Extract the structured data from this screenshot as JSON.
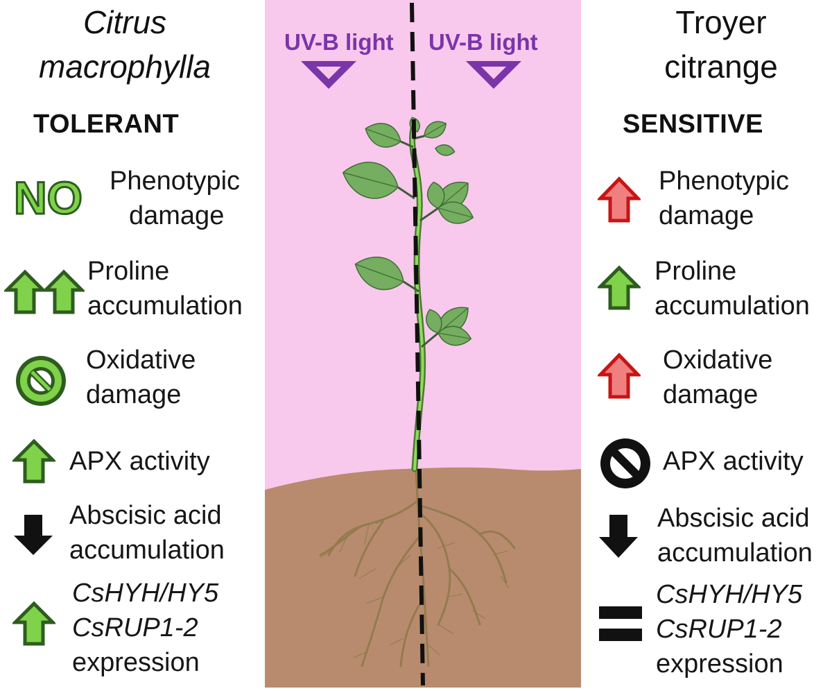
{
  "colors": {
    "sky": "#f9c8ed",
    "soil": "#b88b6e",
    "uv": "#7a35a8",
    "green_fill": "#7fd24a",
    "green_stroke": "#2e5c1f",
    "red_fill": "#f08080",
    "red_stroke": "#c81414",
    "leaf": "#75ad61",
    "root": "#8f7a4a"
  },
  "left": {
    "species_line1": "Citrus",
    "species_line2": "macrophylla",
    "status": "TOLERANT",
    "no_badge": "NO",
    "items": [
      {
        "line1": "Phenotypic",
        "line2": "damage",
        "icon": "no-text-icon"
      },
      {
        "line1": "Proline",
        "line2": "accumulation",
        "icon": "double-up-arrow-icon"
      },
      {
        "line1": "Oxidative",
        "line2": "damage",
        "icon": "prohibition-icon"
      },
      {
        "line1": "APX activity",
        "icon": "up-arrow-icon"
      },
      {
        "line1": "Abscisic acid",
        "line2": "accumulation",
        "icon": "down-arrow-icon"
      },
      {
        "line1": "CsHYH/HY5",
        "line2": "CsRUP1-2",
        "line3": "expression",
        "icon": "up-arrow-icon"
      }
    ]
  },
  "right": {
    "species_line1": "Troyer",
    "species_line2": "citrange",
    "status": "SENSITIVE",
    "items": [
      {
        "line1": "Phenotypic",
        "line2": "damage",
        "icon": "red-up-arrow-icon"
      },
      {
        "line1": "Proline",
        "line2": "accumulation",
        "icon": "up-arrow-icon"
      },
      {
        "line1": "Oxidative",
        "line2": "damage",
        "icon": "red-up-arrow-icon"
      },
      {
        "line1": "APX activity",
        "icon": "prohibition-icon"
      },
      {
        "line1": "Abscisic acid",
        "line2": "accumulation",
        "icon": "down-arrow-icon"
      },
      {
        "line1": "CsHYH/HY5",
        "line2": "CsRUP1-2",
        "line3": "expression",
        "icon": "equals-icon"
      }
    ]
  },
  "scene": {
    "uv_left": "UV-B light",
    "uv_right": "UV-B light"
  }
}
